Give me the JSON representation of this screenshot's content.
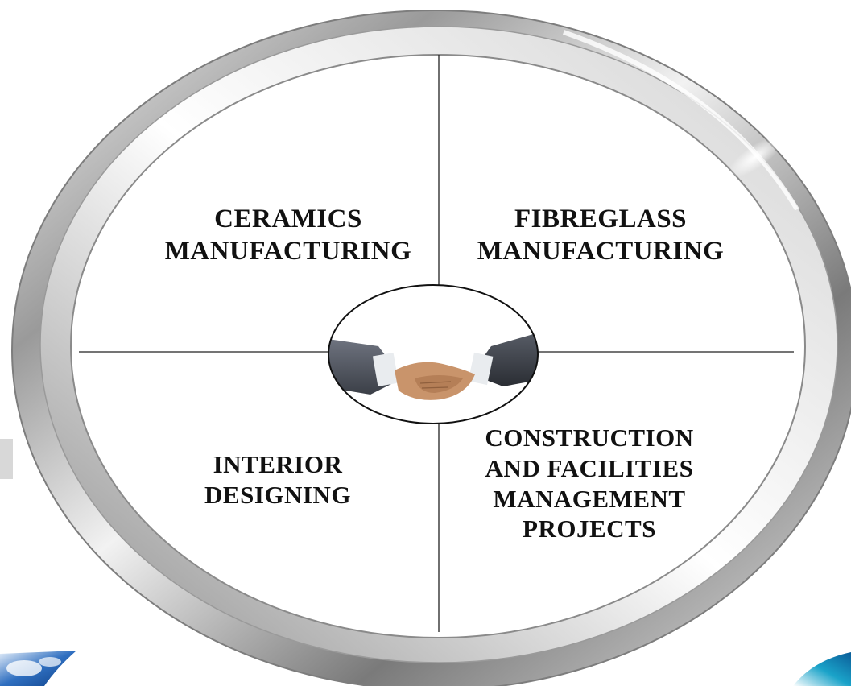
{
  "diagram": {
    "quadrants": [
      {
        "id": "top-left",
        "label": "CERAMICS\nMANUFACTURING"
      },
      {
        "id": "top-right",
        "label": "FIBREGLASS\nMANUFACTURING"
      },
      {
        "id": "bottom-left",
        "label": "INTERIOR\nDESIGNING"
      },
      {
        "id": "bottom-right",
        "label": "CONSTRUCTION\nAND FACILITIES\nMANAGEMENT\nPROJECTS"
      }
    ],
    "center_image": "handshake-icon",
    "corner_images": [
      "sky-image",
      "blue-swoosh-image"
    ]
  },
  "colors": {
    "ring_light": "#f4f4f4",
    "ring_mid": "#b8b8b8",
    "ring_dark": "#6a6a6a",
    "divider": "#222222",
    "text": "#111111",
    "sky_blue": "#2f6fc0",
    "swoosh_teal": "#1aa3c9"
  }
}
